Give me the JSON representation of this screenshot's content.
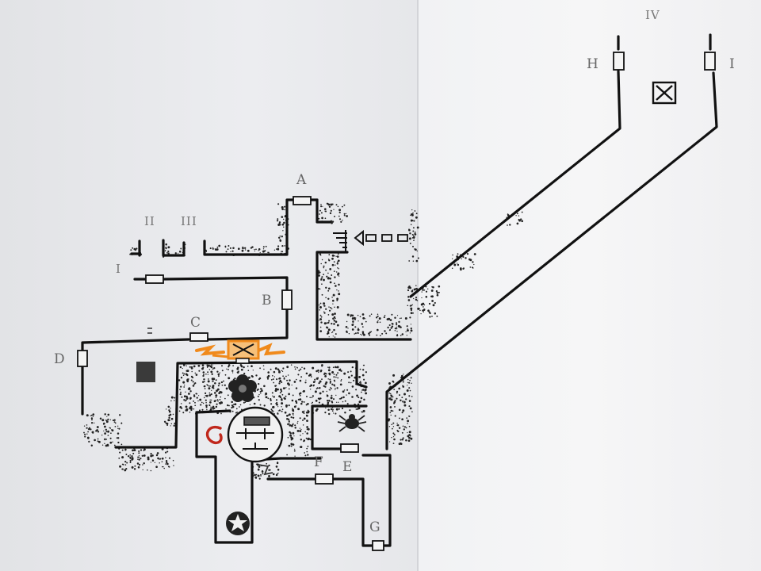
{
  "map": {
    "door_labels": [
      "A",
      "B",
      "C",
      "D",
      "E",
      "F",
      "G",
      "H",
      "I"
    ],
    "room_labels": [
      "I",
      "II",
      "III",
      "IV"
    ],
    "colors": {
      "ink": "#111111",
      "paper": "#ecedf0",
      "fire": "#f08a1c",
      "blood": "#c0281c",
      "pencil": "#777777"
    },
    "icons": [
      "trap-x-box-icon",
      "flower-icon",
      "altar-circle-icon",
      "spiral-icon",
      "star-circle-icon",
      "spider-icon",
      "stairs-icon",
      "entrance-arrow-icon"
    ]
  }
}
